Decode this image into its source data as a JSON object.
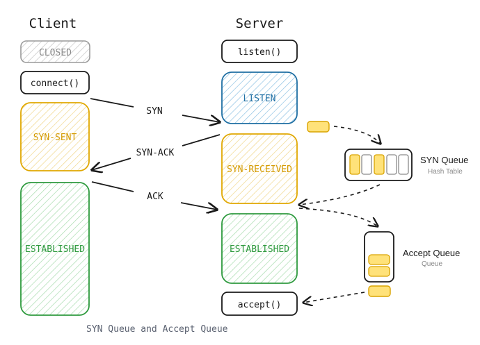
{
  "headers": {
    "client": "Client",
    "server": "Server"
  },
  "client": {
    "closed": "CLOSED",
    "connect": "connect()",
    "syn_sent": "SYN-SENT",
    "established": "ESTABLISHED"
  },
  "server": {
    "listen_call": "listen()",
    "listen": "LISTEN",
    "syn_received": "SYN-RECEIVED",
    "established": "ESTABLISHED",
    "accept": "accept()"
  },
  "messages": {
    "syn": "SYN",
    "syn_ack": "SYN-ACK",
    "ack": "ACK"
  },
  "queues": {
    "syn_queue": {
      "title": "SYN Queue",
      "subtitle": "Hash Table"
    },
    "accept_queue": {
      "title": "Accept Queue",
      "subtitle": "Queue"
    }
  },
  "caption": "SYN Queue and Accept Queue",
  "colors": {
    "ink": "#1a1a1a",
    "grey": "#9a9a9a",
    "blue": "#1f6fa3",
    "yellow": "#e0a800",
    "yellow_fill": "#ffe27a",
    "green": "#2e9a3e",
    "caption": "#5a6170"
  }
}
